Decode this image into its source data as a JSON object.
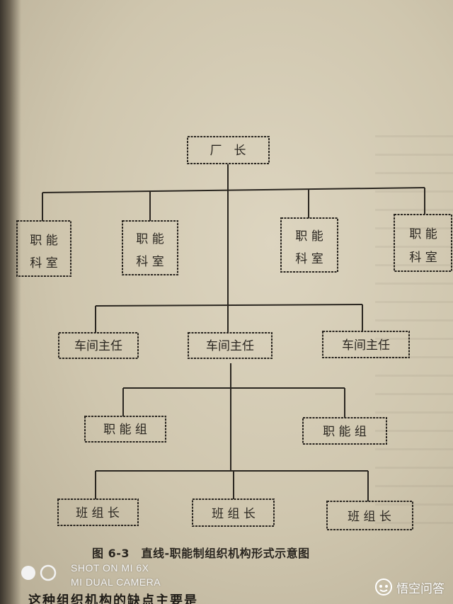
{
  "diagram": {
    "top": "厂　长",
    "functional_office": [
      "职 能",
      "科 室"
    ],
    "workshop_director": "车间主任",
    "functional_group": "职 能 组",
    "team_leader": "班 组 长"
  },
  "caption": "图 6-3　直线-职能制组织机构形式示意图",
  "bottom_text": "这种组织机构的缺点主要是",
  "watermark": {
    "line1": "SHOT ON MI 6X",
    "line2": "MI DUAL CAMERA"
  },
  "brand": {
    "name": "悟空问答",
    "icon": "wukong-icon"
  }
}
